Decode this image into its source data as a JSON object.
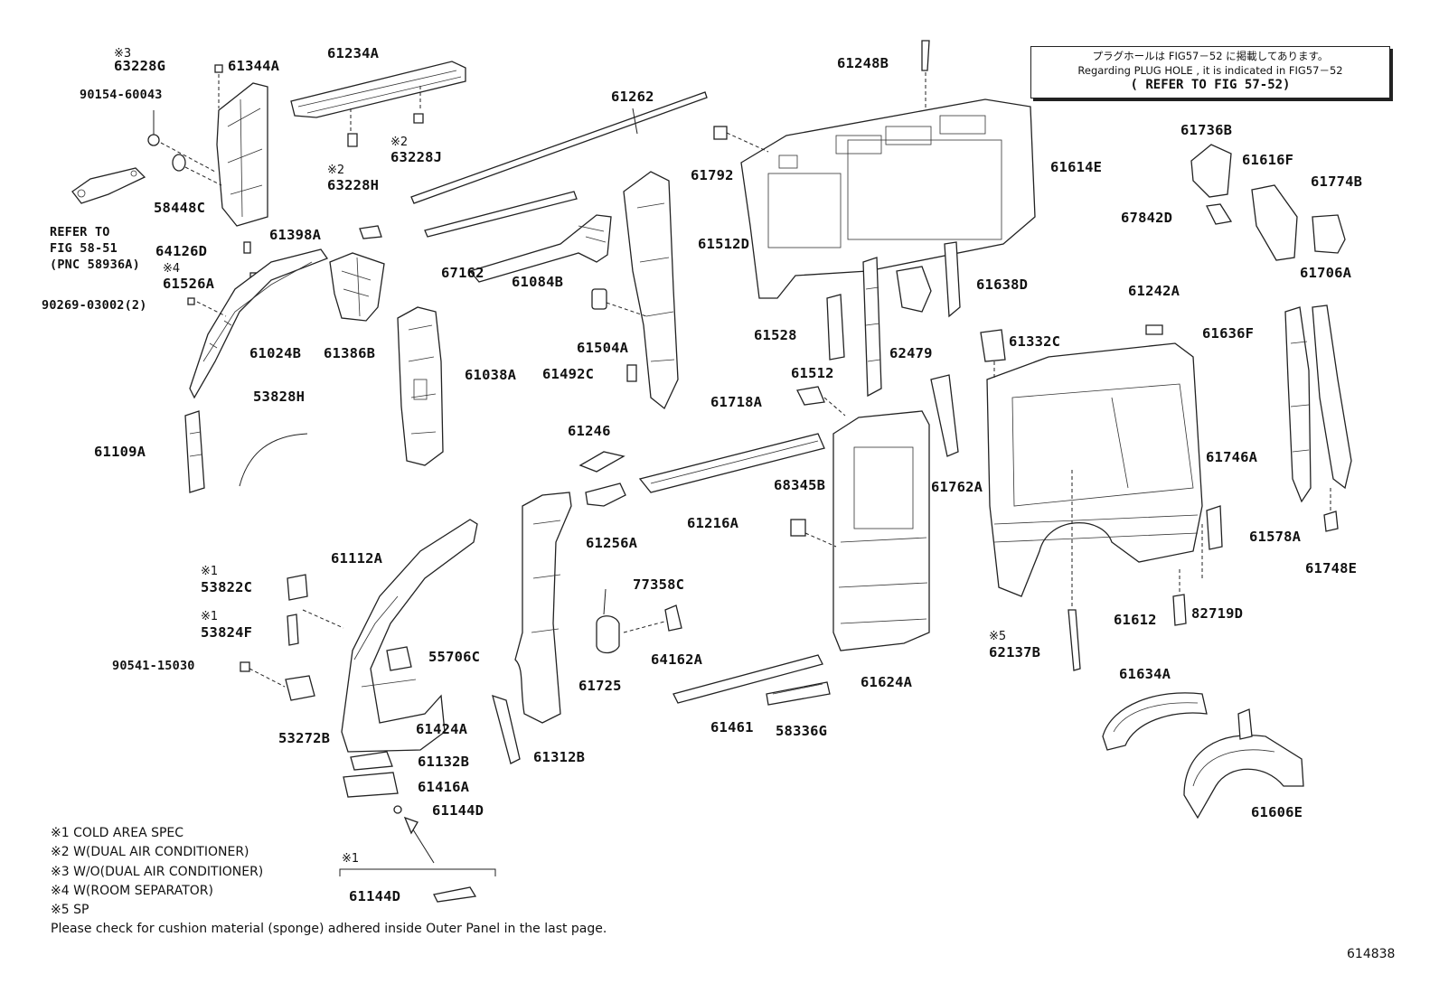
{
  "note": {
    "line1": "プラグホールは FIG57－52 に掲載してあります。",
    "line2": "Regarding PLUG HOLE , it is indicated in FIG57－52",
    "line3": "( REFER TO FIG 57-52)"
  },
  "labels": {
    "p61344A": "61344A",
    "p63228G": "63228G",
    "m63228G": "※3",
    "p90154_60043": "90154-60043",
    "p58448C": "58448C",
    "refer1": "REFER TO",
    "refer2": "FIG 58-51",
    "refer3": "(PNC 58936A)",
    "p64126D": "64126D",
    "m61526A": "※4",
    "p61526A": "61526A",
    "p90269": "90269-03002(2)",
    "p61024B": "61024B",
    "p61234A": "61234A",
    "p63228J": "63228J",
    "m63228J": "※2",
    "p63228H": "63228H",
    "m63228H": "※2",
    "p61398A": "61398A",
    "p61386B": "61386B",
    "p61038A": "61038A",
    "p53828H": "53828H",
    "p61109A": "61109A",
    "p61262": "61262",
    "p67162": "67162",
    "p61084B": "61084B",
    "p61512D": "61512D",
    "p61504A": "61504A",
    "p61492C": "61492C",
    "p61248B": "61248B",
    "p61792": "61792",
    "p61614E": "61614E",
    "p61528": "61528",
    "p61512": "61512",
    "p62479": "62479",
    "p61638D": "61638D",
    "p61718A": "61718A",
    "p61736B": "61736B",
    "p61616F": "61616F",
    "p61774B": "61774B",
    "p67842D": "67842D",
    "p61706A": "61706A",
    "p61242A": "61242A",
    "p61332C": "61332C",
    "p61636F": "61636F",
    "p61746A": "61746A",
    "p61578A": "61578A",
    "p61748E": "61748E",
    "p82719D": "82719D",
    "p61612": "61612",
    "p61762A": "61762A",
    "p68345B": "68345B",
    "p61216A": "61216A",
    "p61246": "61246",
    "p61256A": "61256A",
    "p61112A": "61112A",
    "m53822C": "※1",
    "p53822C": "53822C",
    "m53824F": "※1",
    "p53824F": "53824F",
    "p90541_15030": "90541-15030",
    "p55706C": "55706C",
    "p53272B": "53272B",
    "p77358C": "77358C",
    "p64162A": "64162A",
    "p61725": "61725",
    "p61424A": "61424A",
    "p61312B": "61312B",
    "p61132B": "61132B",
    "p61416A": "61416A",
    "p61144D_1": "61144D",
    "m61144D_2": "※1",
    "p61144D_2": "61144D",
    "p61461": "61461",
    "p58336G": "58336G",
    "p61624A": "61624A",
    "m62137B": "※5",
    "p62137B": "62137B",
    "p61634A": "61634A",
    "p61606E": "61606E"
  },
  "legend": [
    "※1 COLD AREA SPEC",
    "※2 W(DUAL AIR CONDITIONER)",
    "※3 W/O(DUAL AIR CONDITIONER)",
    "※4 W(ROOM SEPARATOR)",
    "※5 SP",
    "Please check for cushion material (sponge) adhered inside Outer Panel in the last page."
  ],
  "figure_number": "614838"
}
